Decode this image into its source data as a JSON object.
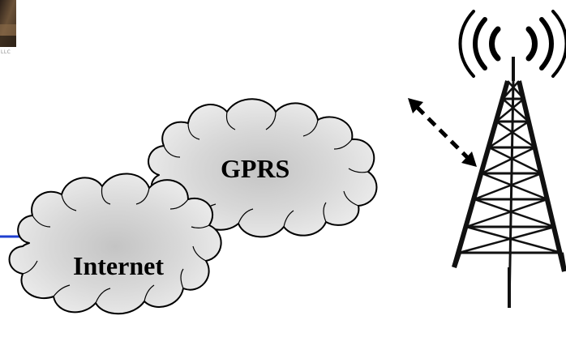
{
  "clouds": [
    {
      "id": "gprs",
      "label": "GPRS"
    },
    {
      "id": "internet",
      "label": "Internet"
    }
  ],
  "photo_caption": "LLC",
  "colors": {
    "cloud_fill": "#e4e4e4",
    "cloud_core": "#c9c9c9",
    "cloud_outline": "#000000",
    "connector_line": "#1f3fd0",
    "arrow": "#000000",
    "tower": "#111111",
    "photo": "#4a3a28"
  },
  "icons": {
    "tower": "cell-tower-icon",
    "signal_waves": "radio-waves-icon",
    "link": "bidirectional-dashed-arrow-icon"
  }
}
